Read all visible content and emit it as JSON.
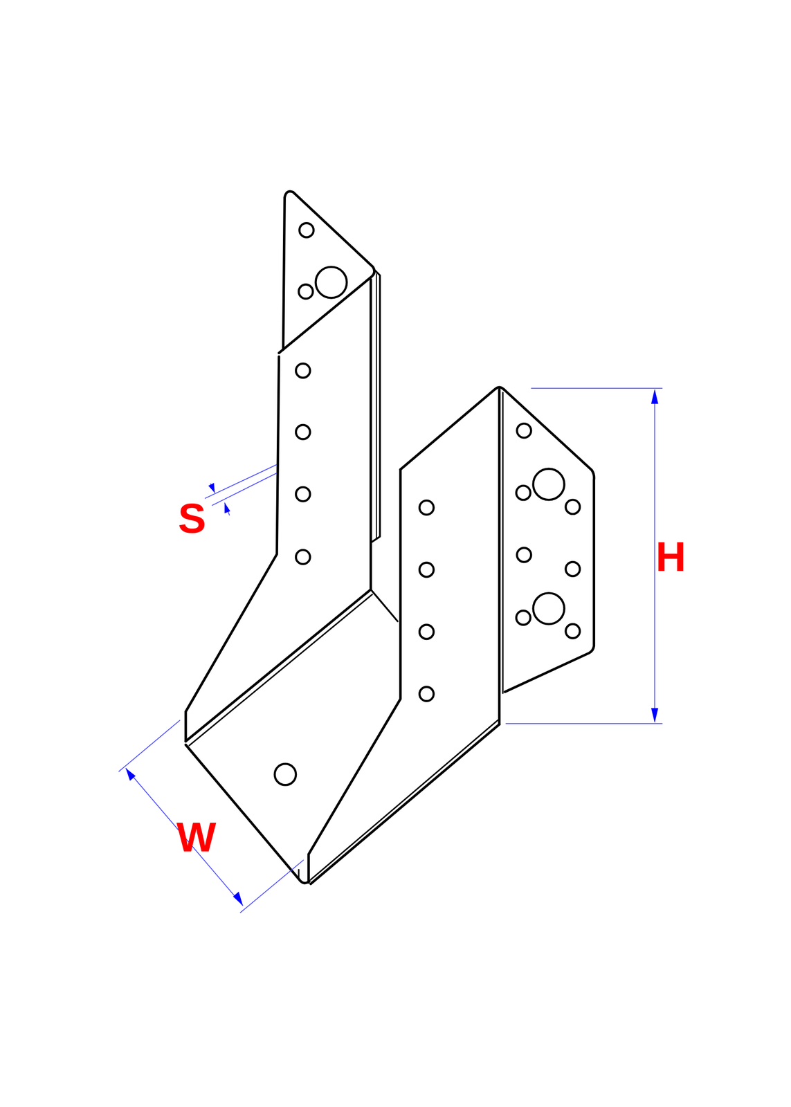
{
  "diagram": {
    "labels": [
      "S",
      "H",
      "W"
    ]
  }
}
